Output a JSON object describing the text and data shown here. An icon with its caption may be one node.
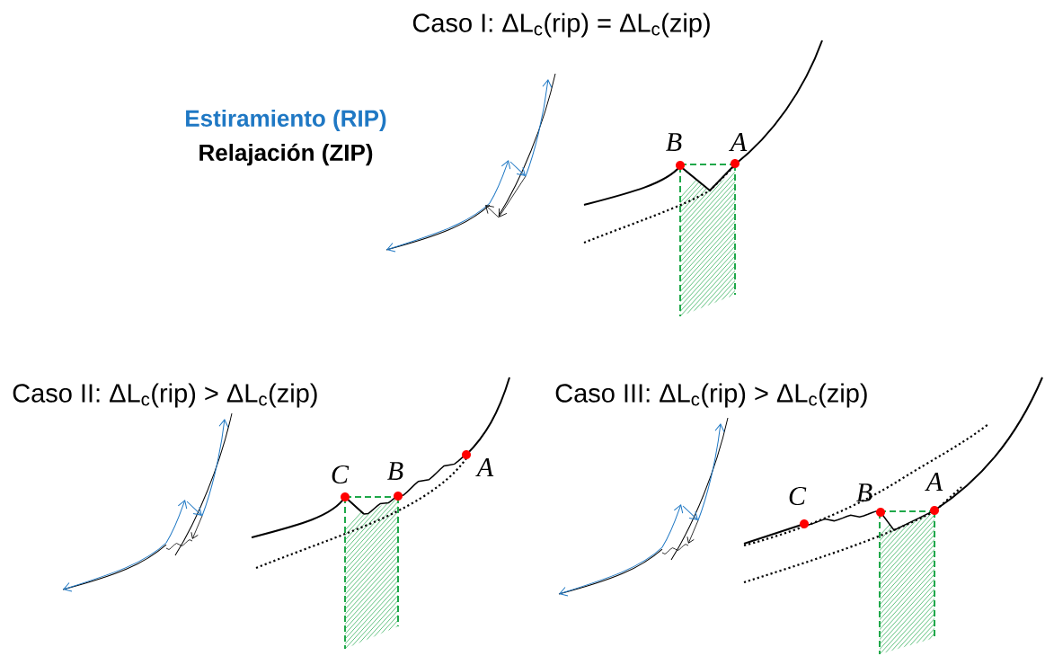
{
  "diagram": {
    "labels": [
      "Caso I: ΔL$_{c}$(rip) = ΔL$_{c}$(zip)",
      "Estiramiento (RIP)",
      "Relajación (ZIP)",
      "B",
      "A",
      "Caso II: ΔL$_{c}$(rip) > ΔL$_{c}$(zip)",
      "Caso III: ΔL$_{c}$(rip) > ΔL$_{c}$(zip)",
      "C",
      "B",
      "A",
      "C",
      "B",
      "A"
    ]
  }
}
